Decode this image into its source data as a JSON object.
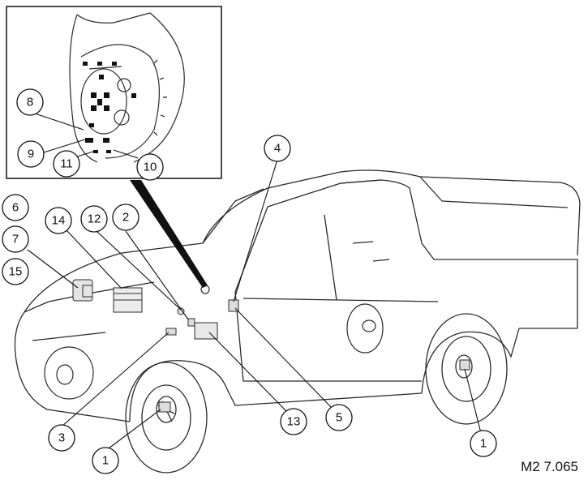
{
  "figure_code": "M2 7.065",
  "callouts": {
    "c1a": "1",
    "c1b": "1",
    "c2": "2",
    "c3": "3",
    "c4": "4",
    "c5": "5",
    "c6": "6",
    "c7": "7",
    "c8": "8",
    "c9": "9",
    "c10": "10",
    "c11": "11",
    "c12": "12",
    "c13": "13",
    "c14": "14",
    "c15": "15"
  },
  "colors": {
    "ink": "#111111",
    "line": "#2a2a2a",
    "background": "#ffffff"
  }
}
